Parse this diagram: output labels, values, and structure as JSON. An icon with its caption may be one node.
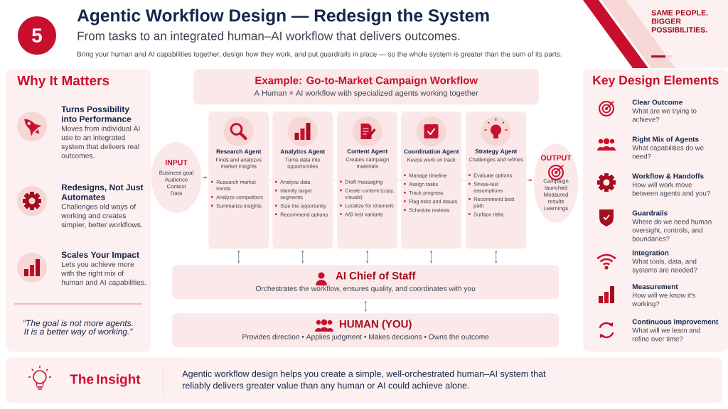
{
  "diagram": {
    "title": "Agentic Workflow Design — Redesign the System",
    "nodes": [
      {
        "text": [
          "5"
        ]
      },
      {
        "text": [
          "Why It Matters"
        ]
      },
      {
        "text": [
          "Turns Possibility into Performance",
          "Moves from individual AI use to an integrated system that delivers real outcomes."
        ],
        "in": 1
      },
      {
        "text": [
          "Redesigns, Not Just Automates",
          "Challenges old ways of working and creates simpler, better workflows."
        ],
        "in": 1
      },
      {
        "text": [
          "Scales Your Impact",
          "Lets you achieve more with the right mix of human and AI capabilities."
        ],
        "in": 1
      },
      {
        "text": [
          "Example: Go-to-Market Campaign Workflow",
          "A Human × AI workflow with specialized agents working together"
        ]
      },
      {
        "text": [
          "INPUT",
          "Business goal",
          "Audience",
          "Context",
          "Data"
        ]
      },
      {
        "text": [
          "Research Agent",
          "Finds and analyzes market insights",
          "Research market trends",
          "Analyze competitors",
          "Summarize insights"
        ]
      },
      {
        "text": [
          "Analytics Agent",
          "Turns data into opportunities",
          "Analyze data",
          "Identify target segments",
          "Size the opportunity",
          "Recommend options"
        ]
      },
      {
        "text": [
          "Content Agent",
          "Creates campaign materials",
          "Draft messaging",
          "Create content (copy, visuals)",
          "Localize for channels",
          "A/B test variants"
        ]
      },
      {
        "text": [
          "Coordination Agent",
          "Keeps work on track",
          "Manage timeline",
          "Assign tasks",
          "Track progress",
          "Flag risks and issues",
          "Schedule reviews"
        ]
      },
      {
        "text": [
          "Strategy Agent",
          "Challenges and refines",
          "Evaluate options",
          "Stress-test assumptions",
          "Recommend best path",
          "Surface risks"
        ]
      },
      {
        "text": [
          "OUTPUT",
          "Campaign launched",
          "Measured results",
          "Learnings"
        ]
      },
      {
        "text": [
          "AI Chief of Staff",
          "Orchestrates the workflow, ensures quality, and coordinates with you"
        ]
      },
      {
        "text": [
          "HUMAN (YOU)",
          "Provides direction • Applies judgment • Makes decisions • Owns the outcome"
        ]
      },
      {
        "text": [
          "Key Design Elements"
        ]
      },
      {
        "text": [
          "Clear Outcome",
          "What are we trying to achieve?"
        ],
        "in": 15
      },
      {
        "text": [
          "Right Mix of Agents",
          "What capabilities do we need?"
        ],
        "in": 15
      },
      {
        "text": [
          "Workflow & Handoffs",
          "How will work move between agents and you?"
        ],
        "in": 15
      },
      {
        "text": [
          "Guardrails",
          "Where do we need human oversight, controls, and boundaries?"
        ],
        "in": 15
      },
      {
        "text": [
          "Integration",
          "What tools, data, and systems are needed?"
        ],
        "in": 15
      },
      {
        "text": [
          "Measurement",
          "How will we know it's working?"
        ],
        "in": 15
      },
      {
        "text": [
          "Continuous Improvement",
          "What will we learn and refine over time?"
        ],
        "in": 15
      },
      {
        "text": [
          "The Insight",
          "Agentic workflow design helps you create a simple, well-orchestrated human–AI system that reliably delivers greater value than any human or AI could achieve alone."
        ]
      }
    ],
    "edges": [
      {
        "from": 6,
        "to": 7,
        "arrow": "to",
        "color": "#d0202a"
      },
      {
        "from": 7,
        "to": 8,
        "arrow": "none",
        "color": "#dccaca"
      },
      {
        "from": 8,
        "to": 9,
        "arrow": "none",
        "color": "#dccaca"
      },
      {
        "from": 9,
        "to": 10,
        "arrow": "none",
        "color": "#dccaca"
      },
      {
        "from": 10,
        "to": 11,
        "arrow": "none",
        "color": "#dccaca"
      },
      {
        "from": 11,
        "to": 12,
        "arrow": "to",
        "color": "#d0202a"
      },
      {
        "from": 7,
        "to": 13,
        "arrow": "both"
      },
      {
        "from": 8,
        "to": 13,
        "arrow": "both"
      },
      {
        "from": 9,
        "to": 13,
        "arrow": "both"
      },
      {
        "from": 10,
        "to": 13,
        "arrow": "both"
      },
      {
        "from": 11,
        "to": 13,
        "arrow": "both"
      },
      {
        "from": 13,
        "to": 14,
        "arrow": "both"
      }
    ],
    "labels": [
      "From tasks to an integrated human–AI workflow that delivers outcomes.",
      "Bring your human and AI capabilities together, design how they work, and put guardrails in place — so the whole system is greater than the sum of its parts.",
      "SAME PEOPLE. BIGGER POSSIBILITIES.",
      "“The goal is not more agents. It is a better way of working.”"
    ]
  }
}
